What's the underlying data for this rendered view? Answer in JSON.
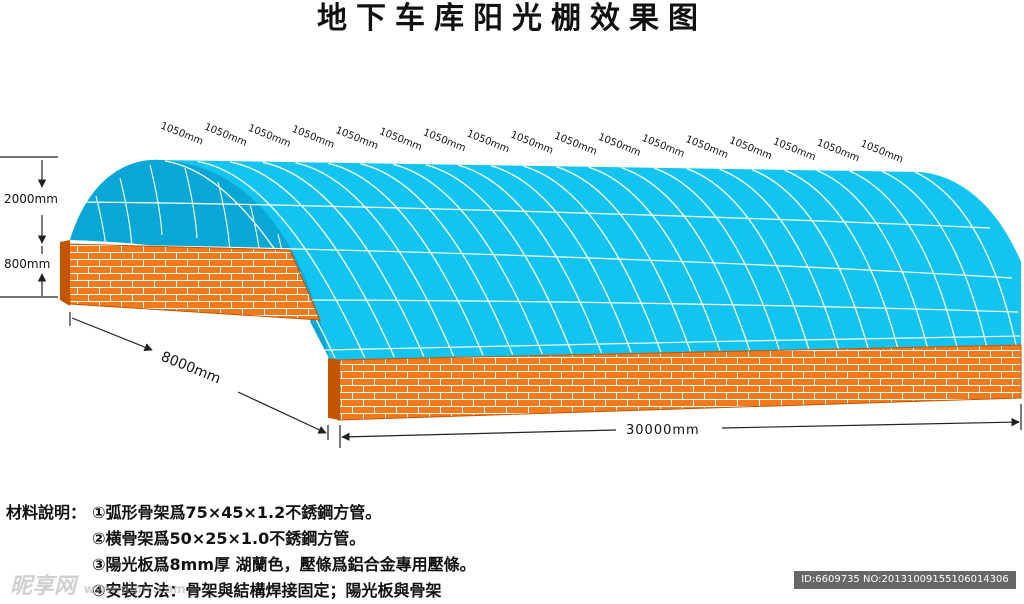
{
  "title": "地下车库阳光棚效果图",
  "segment_label": "1050mm",
  "segment_count": 17,
  "dimensions": {
    "arch_height": "2000mm",
    "wall_height": "800mm",
    "width": "8000mm",
    "length": "30000mm"
  },
  "materials": {
    "label": "材料說明：",
    "items": [
      "①弧形骨架爲75×45×1.2不銹鋼方管。",
      "②横骨架爲50×25×1.0不銹鋼方管。",
      "③陽光板爲8mm厚 湖蘭色，壓條爲鋁合金專用壓條。",
      "④安裝方法：骨架與結構焊接固定；陽光板與骨架"
    ]
  },
  "watermarks": {
    "left": "昵享网",
    "left_url": "www.nipic.com",
    "right": "ID:6609735 NO:20131009155106014306"
  },
  "colors": {
    "panel": "#12c4ef",
    "panel_dark": "#0aa6d6",
    "brick": "#f07a1c",
    "brick_dark": "#c35400",
    "mortar": "#ffffff",
    "frame": "#ffffff"
  }
}
